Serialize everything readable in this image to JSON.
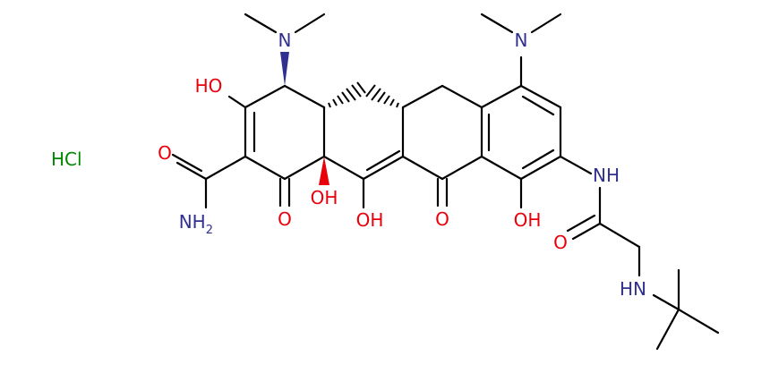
{
  "colors": {
    "bond": "#000000",
    "oxygen": "#e8000b",
    "nitrogen": "#30308f",
    "chlorine": "#008800"
  },
  "molecule": {
    "salt": "HCl",
    "atoms": {
      "n_top_left": "N",
      "n_top_right": "N",
      "ho_left": "HO",
      "o_amide": "O",
      "nh2_label": "NH",
      "nh2_subscript": "2",
      "o_ring_a": "O",
      "oh_center": "OH",
      "oh_lower": "OH",
      "o_ring_c": "O",
      "oh_right": "OH",
      "nh_amide": "NH",
      "o_side": "O",
      "hn_side": "HN"
    }
  }
}
